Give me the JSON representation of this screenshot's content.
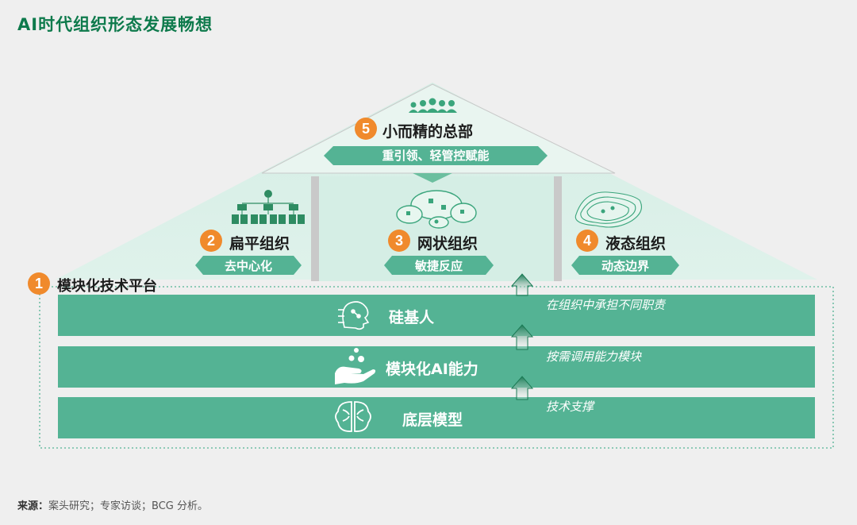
{
  "title": "AI时代组织形态发展畅想",
  "platform": {
    "number": "1",
    "label": "模块化技术平台"
  },
  "top": {
    "number": "5",
    "title": "小而精的总部",
    "subtitle": "重引领、轻管控赋能",
    "icon": "people-group-icon"
  },
  "pillars": [
    {
      "number": "2",
      "title": "扁平组织",
      "subtitle": "去中心化",
      "icon": "org-chart-icon"
    },
    {
      "number": "3",
      "title": "网状组织",
      "subtitle": "敏捷反应",
      "icon": "network-icon"
    },
    {
      "number": "4",
      "title": "液态组织",
      "subtitle": "动态边界",
      "icon": "fluid-icon"
    }
  ],
  "layers": [
    {
      "label": "硅基人",
      "icon": "ai-head-icon",
      "note": "在组织中承担不同职责"
    },
    {
      "label": "模块化AI能力",
      "icon": "hand-molecule-icon",
      "note": "按需调用能力模块"
    },
    {
      "label": "底层模型",
      "icon": "brain-icon",
      "note": "技术支撑"
    }
  ],
  "source": {
    "label": "来源：",
    "text": "案头研究；专家访谈；BCG 分析。"
  },
  "colors": {
    "green": "#54b394",
    "dark_green": "#0e7a4c",
    "orange": "#f08a2c",
    "roof": "#d9f0e8"
  }
}
